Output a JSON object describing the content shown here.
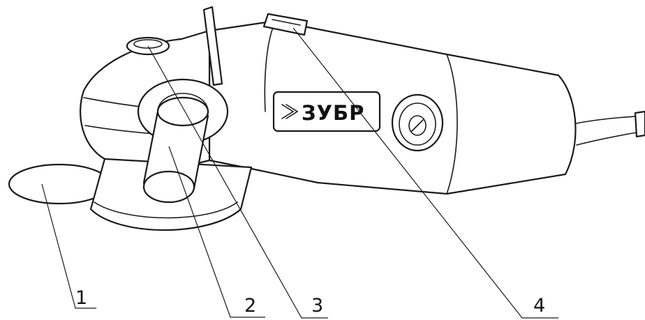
{
  "brand": {
    "logo_text": "ЗУБР"
  },
  "callouts": [
    {
      "number": "1"
    },
    {
      "number": "2"
    },
    {
      "number": "3"
    },
    {
      "number": "4"
    }
  ]
}
